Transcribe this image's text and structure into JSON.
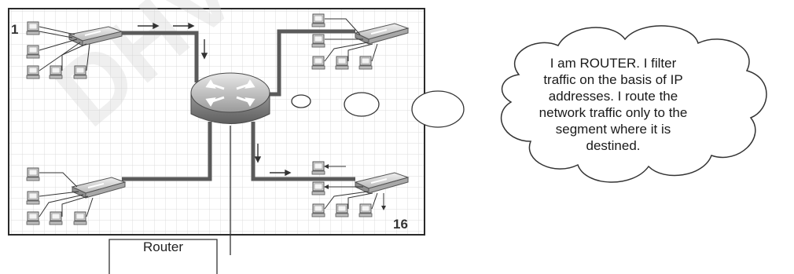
{
  "network": {
    "label_left": "1",
    "label_right": "16"
  },
  "callout": {
    "lines": [
      "I am ROUTER. I filter",
      "traffic on the basis of IP",
      "addresses. I route the",
      "network traffic only to the",
      "segment where it is",
      "destined."
    ]
  },
  "legend_box": {
    "label": "Router"
  },
  "watermark": "DHV"
}
